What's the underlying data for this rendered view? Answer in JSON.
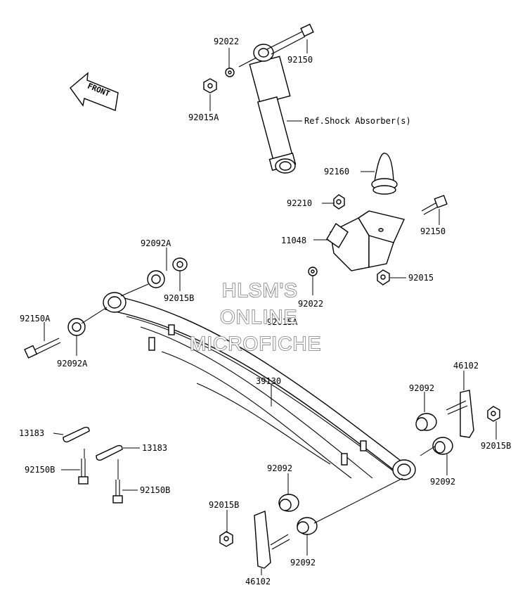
{
  "labels": {
    "p92022_top": "92022",
    "p92150_top": "92150",
    "p92015A_left": "92015A",
    "ref_shock": "Ref.Shock Absorber(s)",
    "p92160": "92160",
    "p92210": "92210",
    "p92150_mid": "92150",
    "p11048": "11048",
    "p92015": "92015",
    "p92092A_top": "92092A",
    "p92015B_top": "92015B",
    "p92022_mid": "92022",
    "p92015A_mid": "92015A",
    "p92150A": "92150A",
    "p92092A_left": "92092A",
    "p39130": "39130",
    "p46102_right": "46102",
    "p92092_right_top": "92092",
    "p92015B_right": "92015B",
    "p92092_right_bot": "92092",
    "p13183_left": "13183",
    "p13183_mid": "13183",
    "p92150B_left": "92150B",
    "p92150B_mid": "92150B",
    "p92092_bot_top": "92092",
    "p92015B_bot": "92015B",
    "p92092_bot": "92092",
    "p46102_bot": "46102"
  },
  "front_arrow": "FRONT",
  "watermark": {
    "line1": "HLSM'S",
    "line2": "ONLINE",
    "line3": "MICROFICHE"
  }
}
